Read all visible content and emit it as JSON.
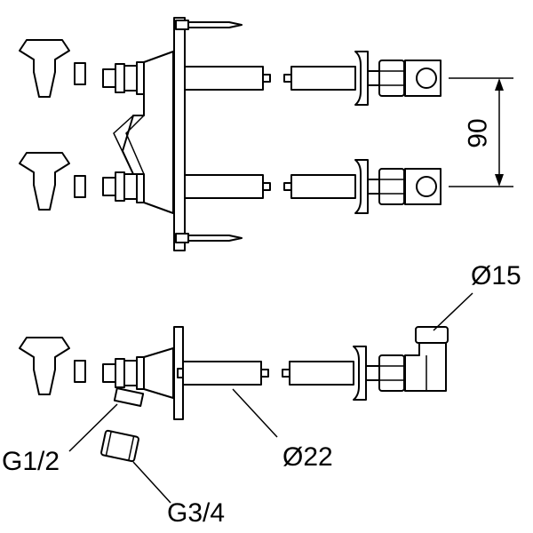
{
  "labels": {
    "spacing": "90",
    "outlet_diameter": "Ø15",
    "inlet_thread": "G1/2",
    "pipe_diameter": "Ø22",
    "adapter_thread": "G3/4"
  }
}
